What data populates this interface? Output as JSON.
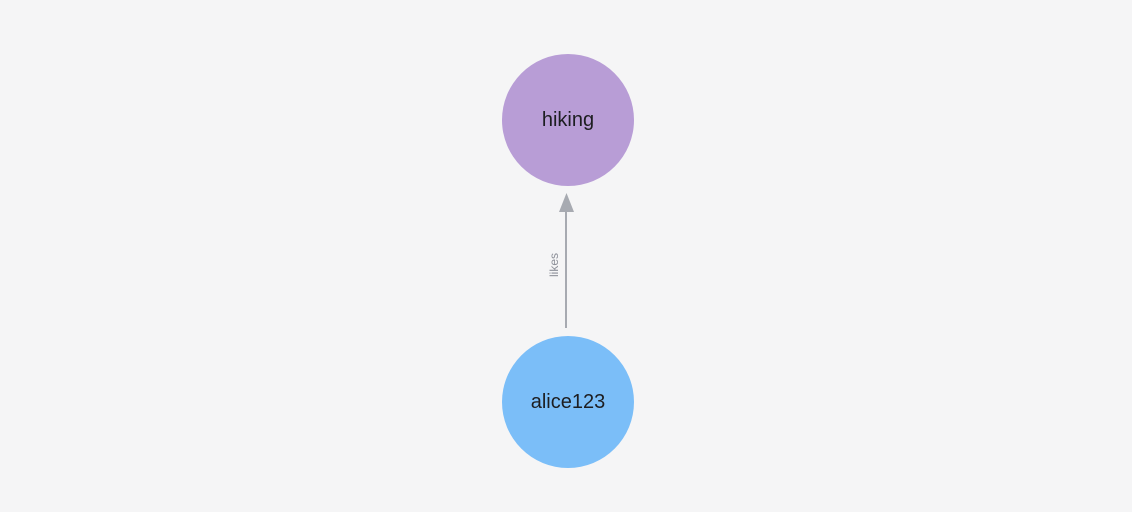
{
  "canvas": {
    "background": "#f5f5f6"
  },
  "graph": {
    "nodes": [
      {
        "id": "hiking",
        "label": "hiking",
        "fill": "#b89dd6",
        "text_color": "#1d1e21"
      },
      {
        "id": "alice123",
        "label": "alice123",
        "fill": "#7bbef8",
        "text_color": "#1d1e21"
      }
    ],
    "edges": [
      {
        "label": "likes",
        "from": "alice123",
        "to": "hiking",
        "direction": "up",
        "line_color": "#a7aab1",
        "label_color": "#8d9099"
      }
    ]
  }
}
